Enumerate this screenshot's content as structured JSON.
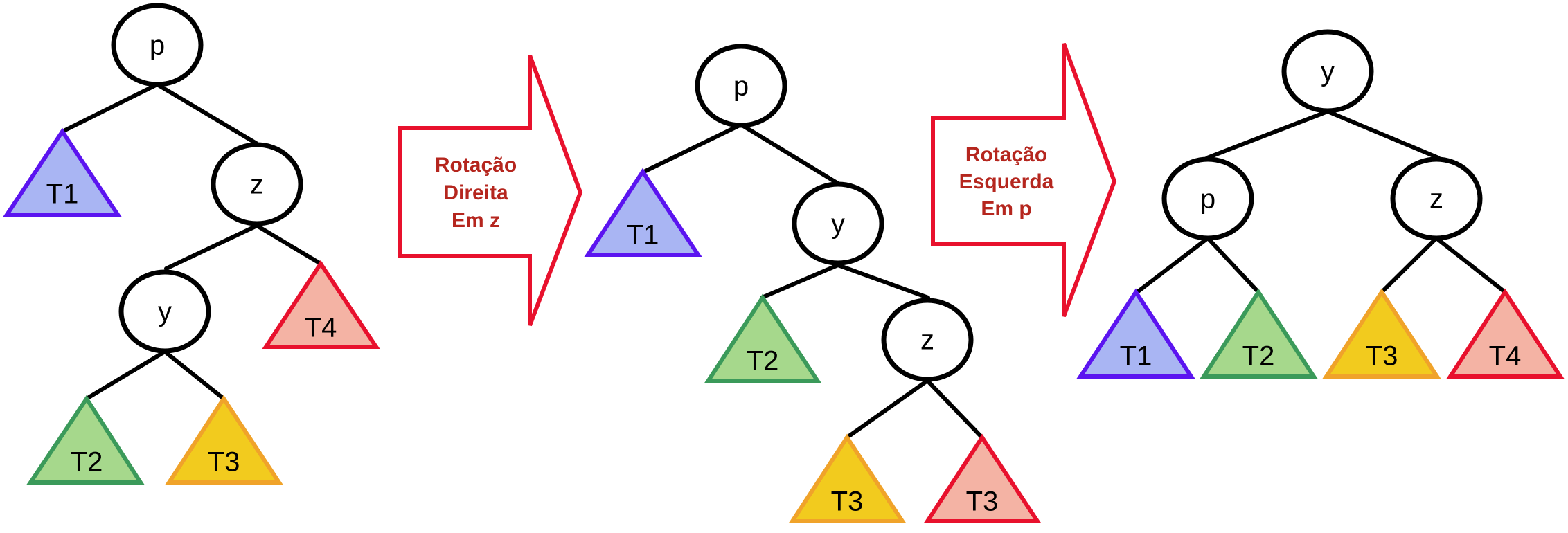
{
  "colors": {
    "edge": "#000000",
    "node_stroke": "#000000",
    "node_fill": "#ffffff",
    "arrow_stroke": "#e8112d",
    "arrow_text": "#b5261e",
    "purple_fill": "#a9b5f3",
    "purple_stroke": "#5b14f0",
    "green_fill": "#a6d88c",
    "green_stroke": "#3b9a5a",
    "yellow_fill": "#f2cb1e",
    "yellow_stroke": "#f0a32a",
    "red_fill": "#f4b3a4",
    "red_stroke": "#e8112d"
  },
  "trees": [
    {
      "nodes": [
        "p",
        "z",
        "y"
      ],
      "subtrees": [
        "T1",
        "T4",
        "T2",
        "T3"
      ]
    },
    {
      "nodes": [
        "p",
        "y",
        "z"
      ],
      "subtrees": [
        "T1",
        "T2",
        "T3",
        "T3"
      ]
    },
    {
      "nodes": [
        "y",
        "p",
        "z"
      ],
      "subtrees": [
        "T1",
        "T2",
        "T3",
        "T4"
      ]
    }
  ],
  "arrows": [
    {
      "lines": [
        "Rotação",
        "Direita",
        "Em z"
      ]
    },
    {
      "lines": [
        "Rotação",
        "Esquerda",
        "Em p"
      ]
    }
  ]
}
